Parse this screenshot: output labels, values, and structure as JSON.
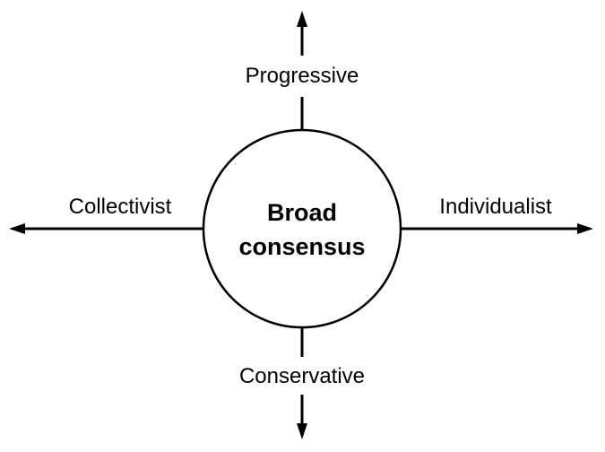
{
  "center": {
    "line1": "Broad",
    "line2": "consensus"
  },
  "axes": {
    "top": "Progressive",
    "bottom": "Conservative",
    "left": "Collectivist",
    "right": "Individualist"
  },
  "colors": {
    "line": "#000000",
    "background": "#ffffff"
  }
}
